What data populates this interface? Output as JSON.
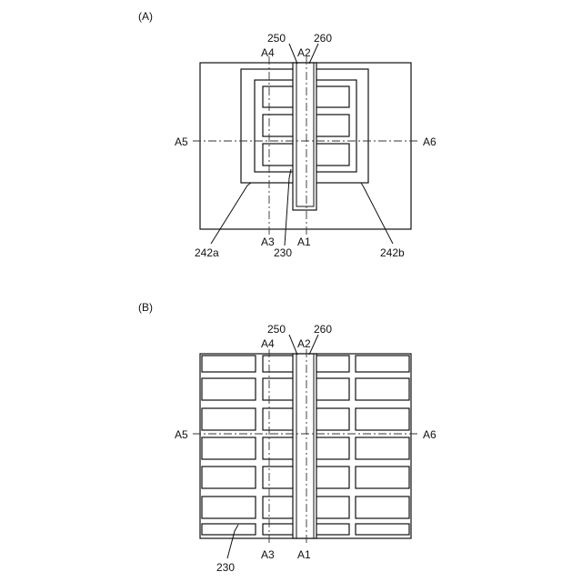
{
  "figure_a": {
    "panel_label": "(A)",
    "labels": {
      "l250": "250",
      "l260": "260",
      "A4": "A4",
      "A2": "A2",
      "A5": "A5",
      "A6": "A6",
      "A3": "A3",
      "A1": "A1",
      "l230": "230",
      "l242a": "242a",
      "l242b": "242b"
    }
  },
  "figure_b": {
    "panel_label": "(B)",
    "labels": {
      "l250": "250",
      "l260": "260",
      "A4": "A4",
      "A2": "A2",
      "A5": "A5",
      "A6": "A6",
      "A3": "A3",
      "A1": "A1",
      "l230": "230"
    }
  }
}
